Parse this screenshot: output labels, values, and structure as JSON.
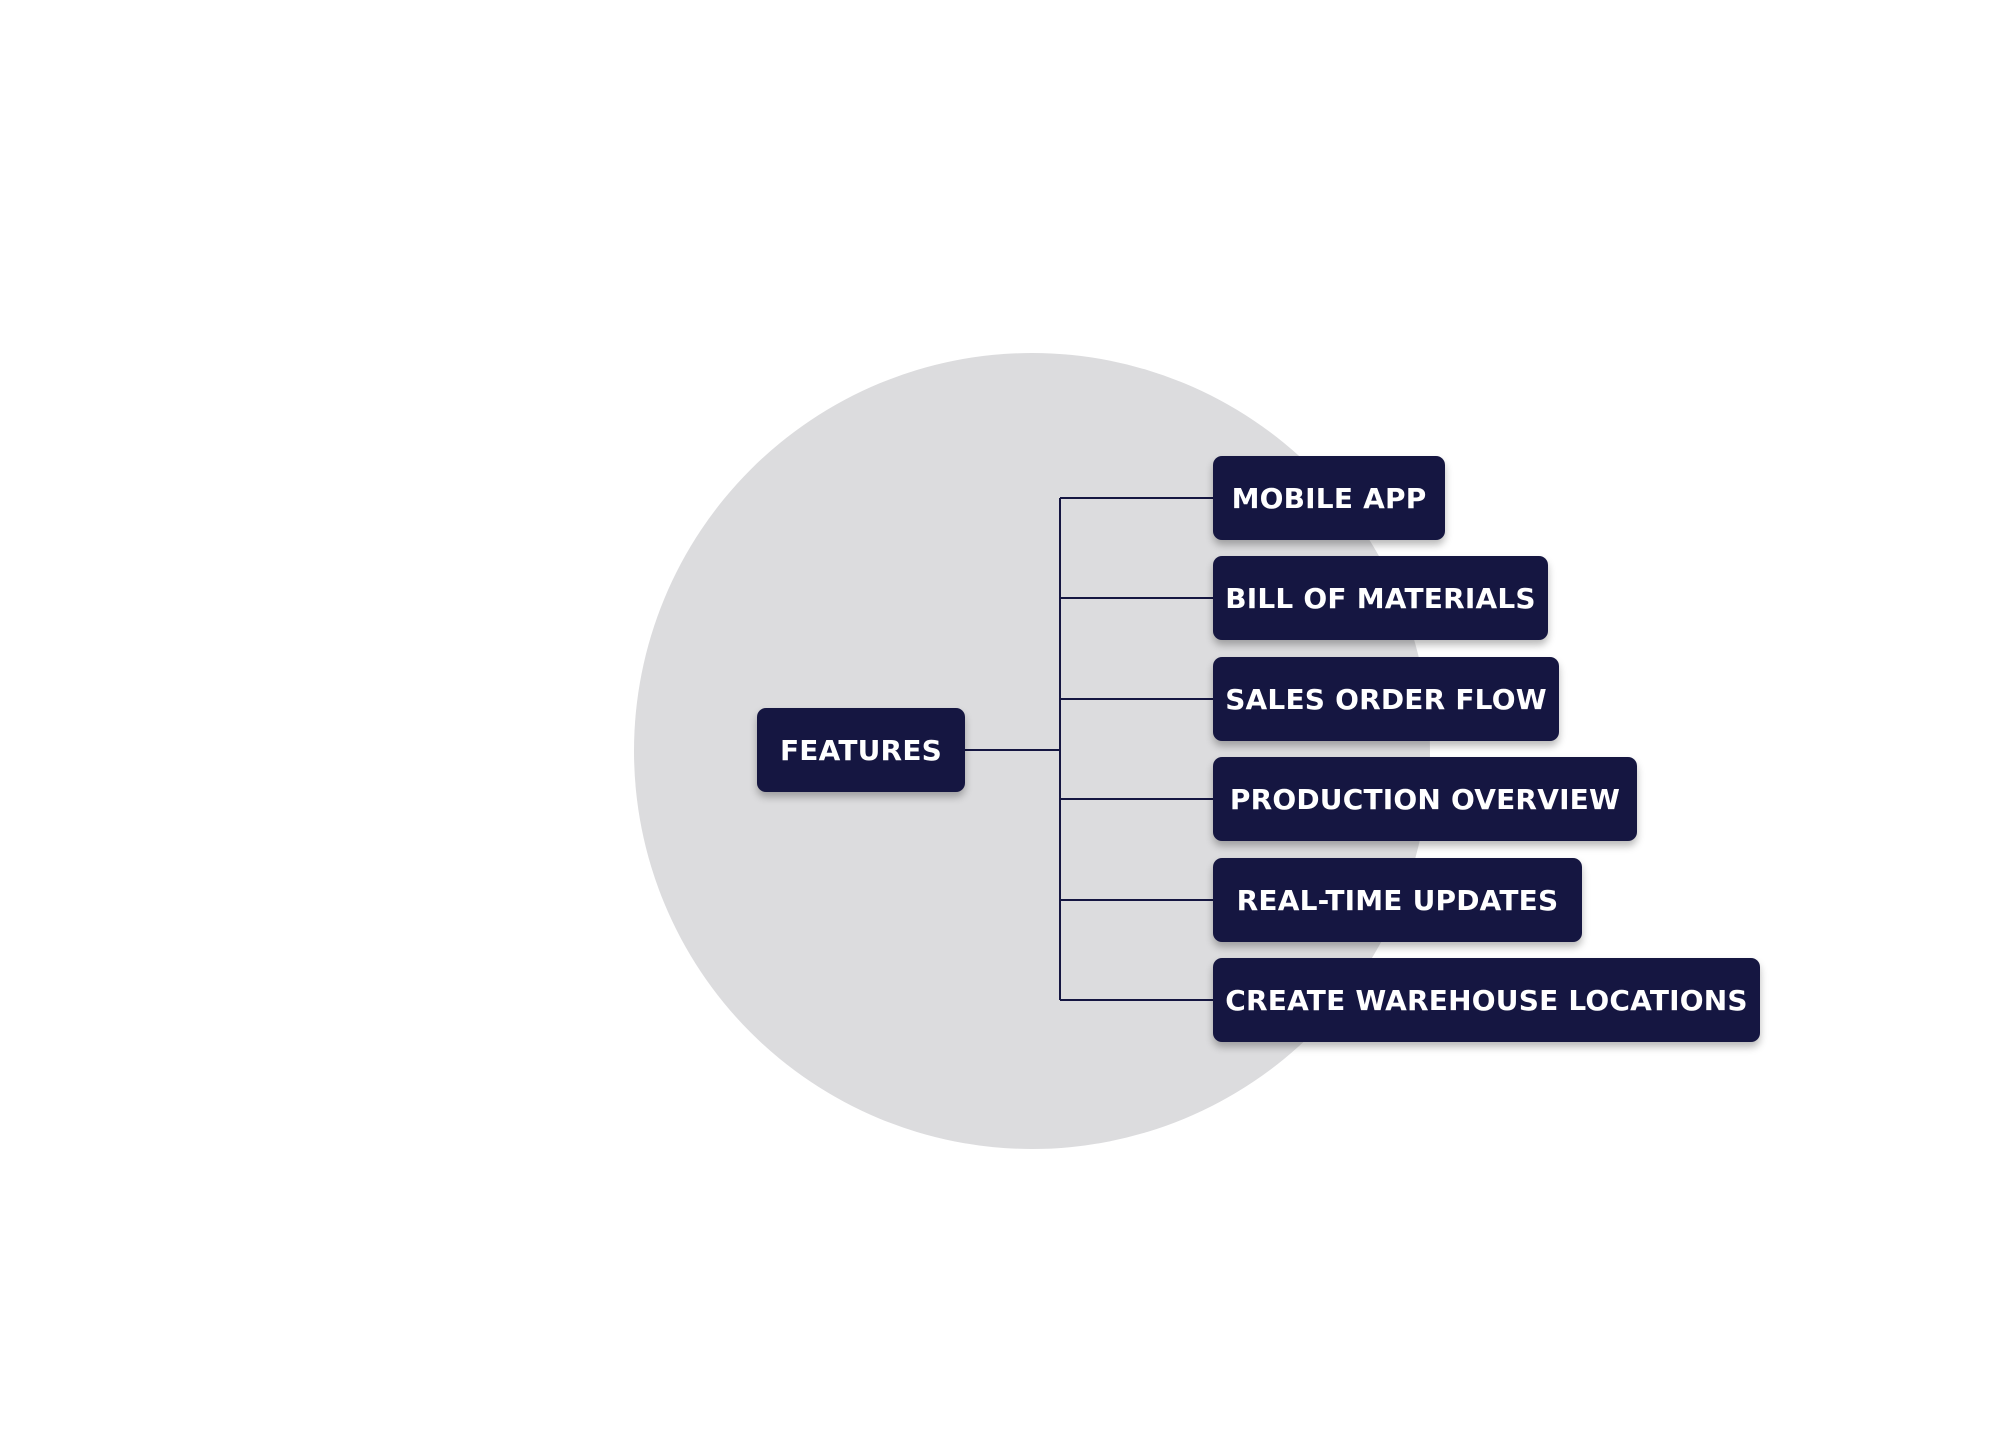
{
  "diagram": {
    "root": {
      "label": "FEATURES"
    },
    "children": [
      {
        "label": "MOBILE APP"
      },
      {
        "label": "BILL OF MATERIALS"
      },
      {
        "label": "SALES ORDER FLOW"
      },
      {
        "label": "PRODUCTION OVERVIEW"
      },
      {
        "label": "REAL-TIME UPDATES"
      },
      {
        "label": "CREATE WAREHOUSE LOCATIONS"
      }
    ]
  },
  "colors": {
    "node_fill": "#151641",
    "node_text": "#ffffff",
    "background_circle": "#dcdcde",
    "connector": "#151641",
    "page_background": "#ffffff"
  }
}
